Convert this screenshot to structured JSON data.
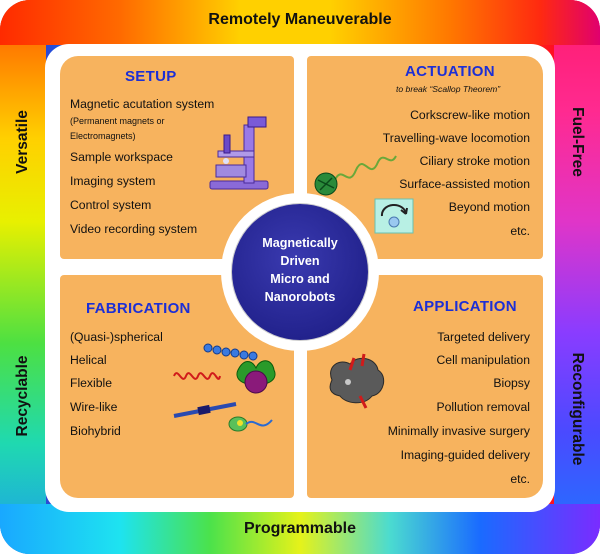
{
  "border": {
    "top": "Remotely Maneuverable",
    "bottom": "Programmable",
    "left_top": "Versatile",
    "left_bottom": "Recyclable",
    "right_top": "Fuel-Free",
    "right_bottom": "Reconfigurable"
  },
  "center": {
    "lines": [
      "Magnetically",
      "Driven",
      "Micro and",
      "Nanorobots"
    ]
  },
  "setup": {
    "title": "SETUP",
    "items": [
      "Magnetic acutation system",
      "(Permanent magnets or",
      "Electromagnets)",
      "Sample workspace",
      "Imaging system",
      "Control system",
      "Video recording system"
    ]
  },
  "actuation": {
    "title": "ACTUATION",
    "subtitle": "to break “Scallop Theorem”",
    "items": [
      "Corkscrew-like motion",
      "Travelling-wave locomotion",
      "Ciliary stroke motion",
      "Surface-assisted motion",
      "Beyond motion",
      "etc."
    ]
  },
  "fabrication": {
    "title": "FABRICATION",
    "items": [
      "(Quasi-)spherical",
      "Helical",
      "Flexible",
      "Wire-like",
      "Biohybrid"
    ]
  },
  "application": {
    "title": "APPLICATION",
    "items": [
      "Targeted delivery",
      "Cell manipulation",
      "Biopsy",
      "Pollution removal",
      "Minimally invasive surgery",
      "Imaging-guided delivery",
      "etc."
    ]
  },
  "colors": {
    "quadrant": "#f7b35e",
    "title_blue": "#1c2fd6",
    "center_navy": "#23238e"
  },
  "icons": [
    "microscope-icon",
    "helix-swimmer-icon",
    "rolling-arrow-icon",
    "bead-chain-icon",
    "flexible-wave-icon",
    "spherical-robot-icon",
    "wire-robot-icon",
    "biohybrid-cell-icon",
    "tumor-target-icon"
  ]
}
